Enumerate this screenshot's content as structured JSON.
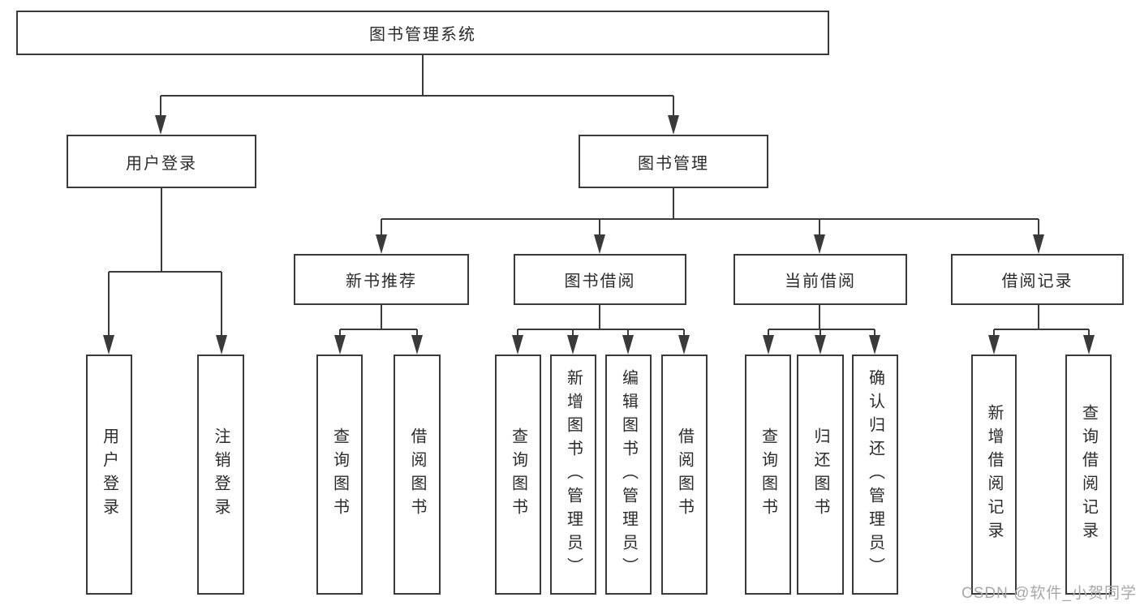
{
  "colors": {
    "line": "#3a3a3a",
    "box_border": "#3a3a3a",
    "box_fill": "#ffffff",
    "text": "#2b2b2b",
    "watermark": "#a8a8a8",
    "background": "#ffffff"
  },
  "tree": {
    "label": "图书管理系统",
    "children": [
      {
        "label": "用户登录",
        "children": [
          {
            "label": "用户登录"
          },
          {
            "label": "注销登录"
          }
        ]
      },
      {
        "label": "图书管理",
        "children": [
          {
            "label": "新书推荐",
            "children": [
              {
                "label": "查询图书"
              },
              {
                "label": "借阅图书"
              }
            ]
          },
          {
            "label": "图书借阅",
            "children": [
              {
                "label": "查询图书"
              },
              {
                "label": "新增图书（管理员）"
              },
              {
                "label": "编辑图书（管理员）"
              },
              {
                "label": "借阅图书"
              }
            ]
          },
          {
            "label": "当前借阅",
            "children": [
              {
                "label": "查询图书"
              },
              {
                "label": "归还图书"
              },
              {
                "label": "确认归还（管理员）"
              }
            ]
          },
          {
            "label": "借阅记录",
            "children": [
              {
                "label": "新增借阅记录"
              },
              {
                "label": "查询借阅记录"
              }
            ]
          }
        ]
      }
    ]
  },
  "watermark": "CSDN @软件_小贺同学"
}
